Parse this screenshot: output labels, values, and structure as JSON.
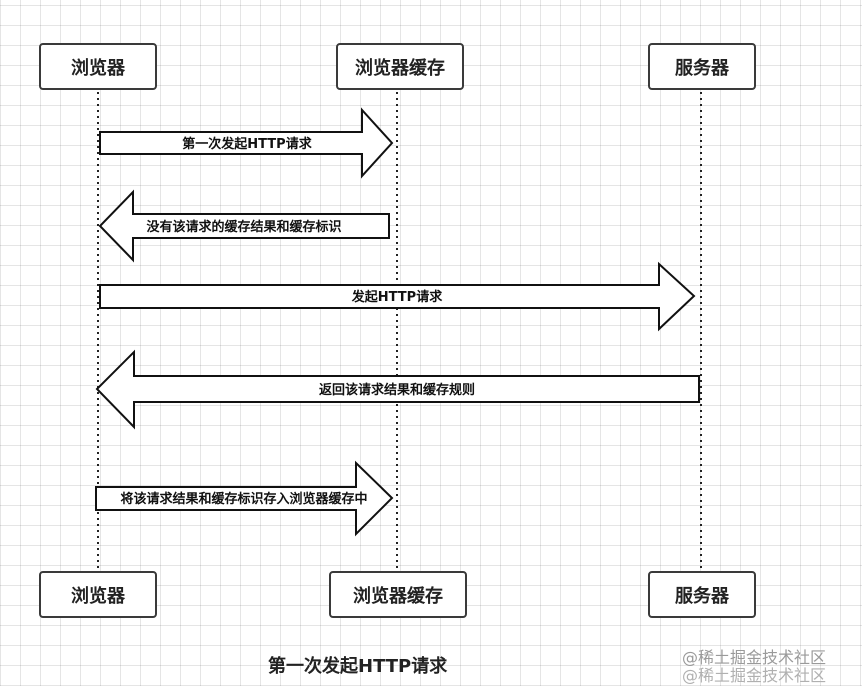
{
  "participants": {
    "browser": "浏览器",
    "cache": "浏览器缓存",
    "server": "服务器"
  },
  "messages": [
    {
      "label": "第一次发起HTTP请求",
      "from": "browser",
      "to": "cache"
    },
    {
      "label": "没有该请求的缓存结果和缓存标识",
      "from": "cache",
      "to": "browser"
    },
    {
      "label": "发起HTTP请求",
      "from": "browser",
      "to": "server"
    },
    {
      "label": "返回该请求结果和缓存规则",
      "from": "server",
      "to": "browser"
    },
    {
      "label": "将该请求结果和缓存标识存入浏览器缓存中",
      "from": "browser",
      "to": "cache"
    }
  ],
  "caption": "第一次发起HTTP请求",
  "watermark": "@稀土掘金技术社区"
}
